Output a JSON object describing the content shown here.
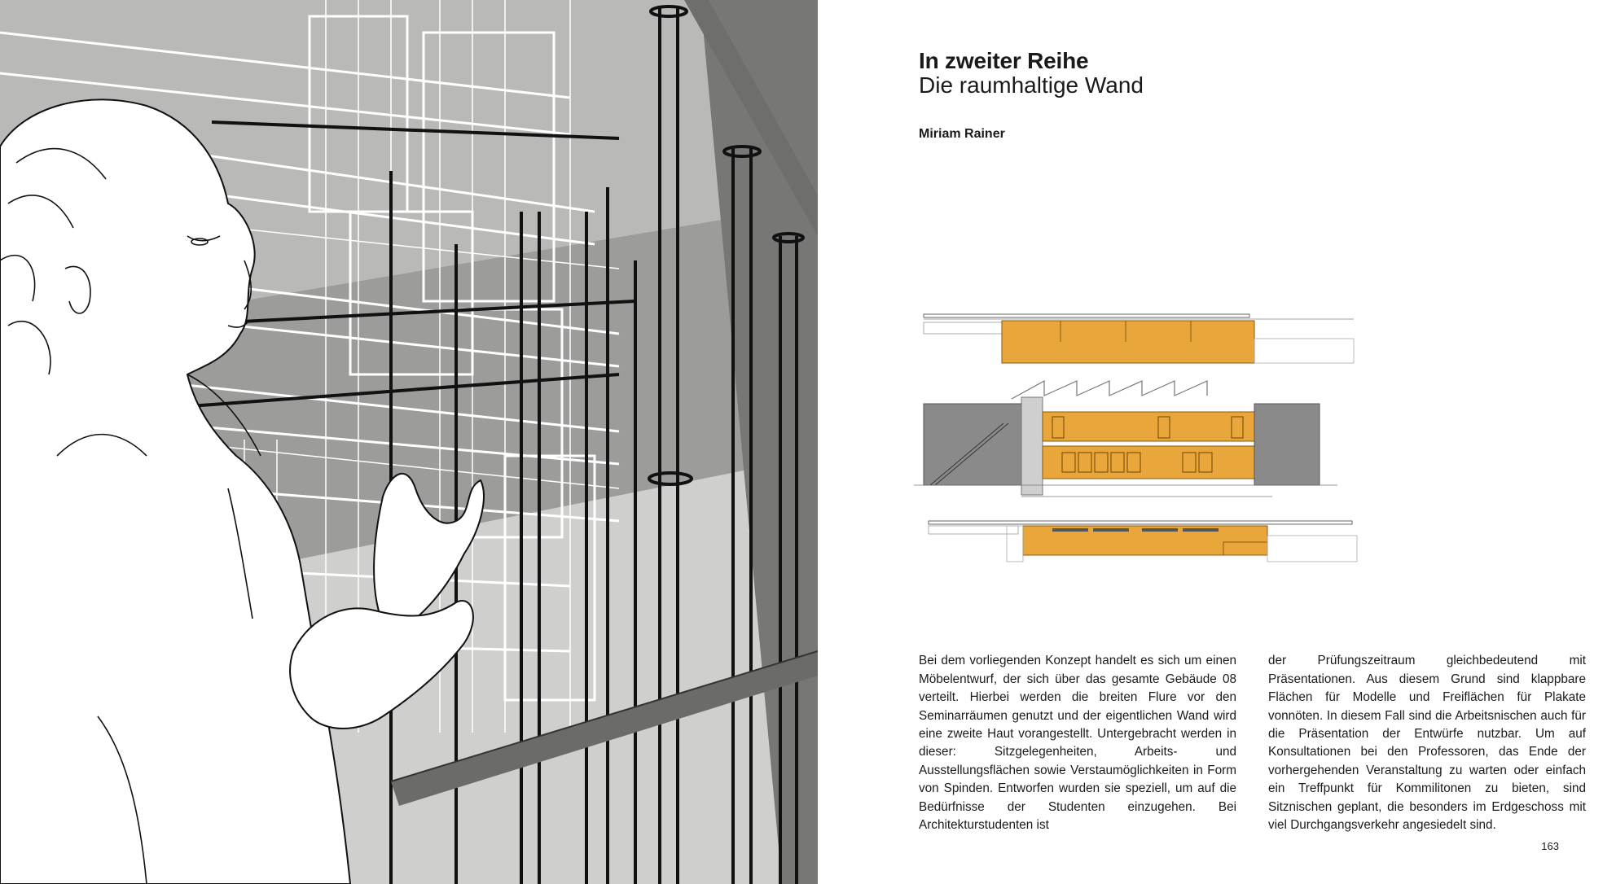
{
  "article": {
    "title": "In zweiter Reihe",
    "subtitle": "Die raumhaltige Wand",
    "author": "Miriam Rainer"
  },
  "body": {
    "column_1": "Bei dem vorliegenden Konzept handelt es sich um einen Möbelentwurf, der sich über das gesamte Gebäude 08 verteilt. Hierbei werden die breiten Flure vor den Seminarräumen genutzt und der eigentlichen Wand wird eine zweite Haut vorangestellt. Untergebracht werden in dieser: Sitzgelegenheiten, Arbeits- und Ausstellungsflächen sowie Verstaumöglichkeiten in Form von Spinden. Entworfen wurden sie speziell, um auf die Bedürfnisse der Studenten einzugehen. Bei Architekturstudenten ist",
    "column_2": "der Prüfungszeitraum gleichbedeutend mit Präsentationen. Aus diesem Grund sind klappbare Flächen für Modelle und Freiflächen für Plakate vonnöten. In diesem Fall sind die Arbeitsnischen auch für die Präsentation der Entwürfe nutzbar. Um auf Konsultationen bei den Professoren, das Ende der vorhergehenden Veranstaltung zu warten oder einfach ein Treffpunkt für Kommilitonen zu bieten, sind Sitznischen geplant, die besonders im Erdgeschoss mit viel Durchgangsverkehr angesiedelt sind."
  },
  "page_number": "163",
  "colors": {
    "accent_orange": "#e8a63b",
    "wall_grey": "#8a8a8a",
    "render_grey": "#c8c8c6"
  }
}
